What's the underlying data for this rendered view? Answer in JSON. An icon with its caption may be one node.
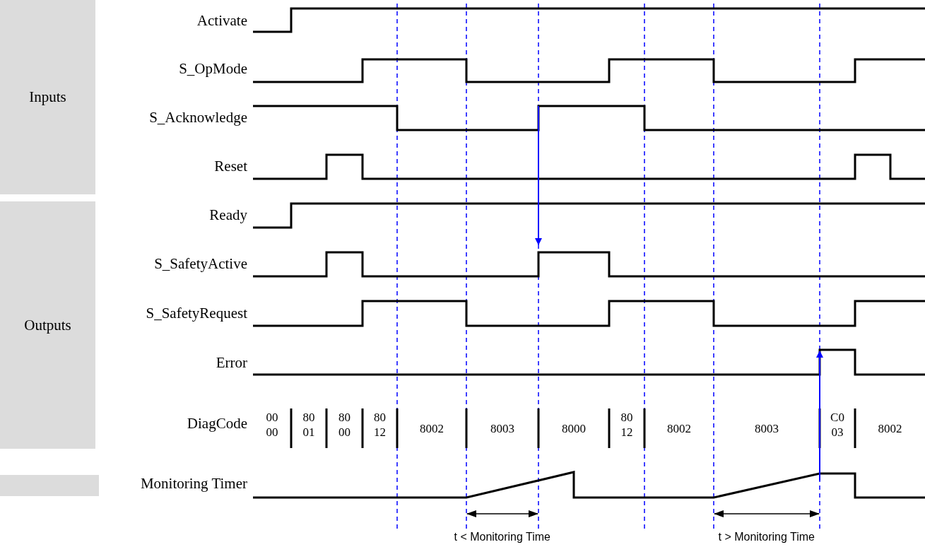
{
  "diagram": {
    "nodes": [
      {
        "text": [
          "Inputs"
        ]
      },
      {
        "text": [
          "Outputs"
        ]
      },
      {
        "text": [],
        "shape": "bar"
      }
    ],
    "labels": [
      "Activate",
      "S_OpMode",
      "S_Acknowledge",
      "Reset",
      "Ready",
      "S_SafetyActive",
      "S_SafetyRequest",
      "Error",
      "DiagCode",
      "00 00",
      "80 01",
      "80 00",
      "80 12",
      "8002",
      "8003",
      "8000",
      "80 12",
      "8002",
      "8003",
      "C0 03",
      "8002",
      "Monitoring Timer",
      "t < Monitoring Time",
      "t > Monitoring Time"
    ]
  }
}
